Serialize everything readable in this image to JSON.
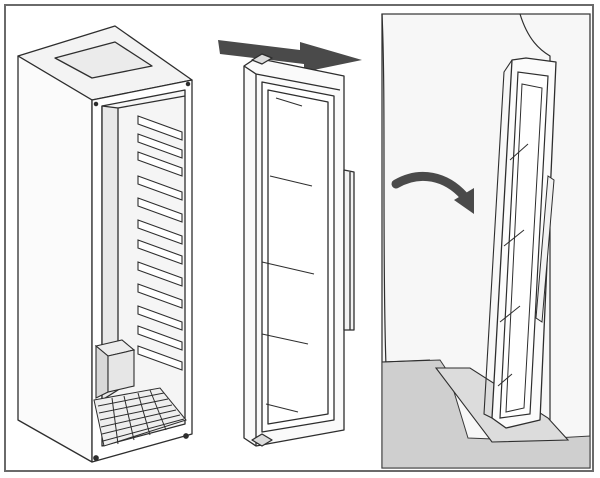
{
  "figure": {
    "panels": [
      {
        "id": "cabinet",
        "depicts": "open-cabinet-without-door"
      },
      {
        "id": "door",
        "depicts": "glass-door-removed"
      },
      {
        "id": "door-leaning",
        "depicts": "door-leaning-against-wall"
      }
    ],
    "arrows": [
      {
        "id": "arrow-move",
        "direction": "right"
      },
      {
        "id": "arrow-tilt",
        "direction": "down-right"
      }
    ],
    "colors": {
      "line": "#2e2e2e",
      "arrow": "#4a4a4a",
      "floor": "#c8c8c8",
      "mat": "#dedede",
      "wall": "#f4f4f4"
    }
  }
}
